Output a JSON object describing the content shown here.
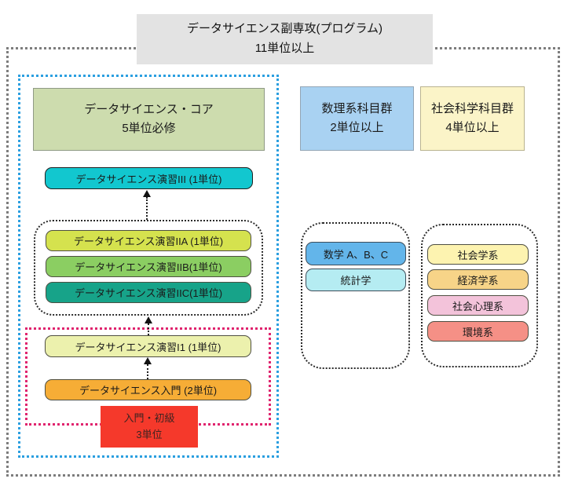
{
  "program": {
    "title_line1": "データサイエンス副専攻(プログラム)",
    "title_line2": "11単位以上"
  },
  "ds_core": {
    "header_line1": "データサイエンス・コア",
    "header_line2": "5単位必修",
    "exercise_iii": "データサイエンス演習III (1単位)",
    "exercise_ii_items": [
      "データサイエンス演習IIA (1単位)",
      "データサイエンス演習IIB(1単位)",
      "データサイエンス演習IIC(1単位)"
    ],
    "exercise_i": "データサイエンス演習I1 (1単位)",
    "intro": "データサイエンス入門 (2単位)",
    "beginner_line1": "入門・初級",
    "beginner_line2": "3単位"
  },
  "math_group": {
    "header_line1": "数理系科目群",
    "header_line2": "2単位以上",
    "items": [
      "数学 A、B、C",
      "統計学"
    ]
  },
  "social_group": {
    "header_line1": "社会科学科目群",
    "header_line2": "4単位以上",
    "items": [
      "社会学系",
      "経済学系",
      "社会心理系",
      "環境系"
    ]
  },
  "colors": {
    "program_box_bg": "#e3e3e3",
    "outer_border": "#7d7d7d",
    "core_outline_blue": "#2b9fe0",
    "beginner_outline_pink": "#e0246e",
    "core_header_bg": "#cddcae",
    "exercise_iii_bg": "#12c7cf",
    "exercise_iia_bg": "#d5e24e",
    "exercise_iib_bg": "#8bce62",
    "exercise_iic_bg": "#17a389",
    "exercise_i_bg": "#ecf1ad",
    "intro_bg": "#f6ad36",
    "beginner_bg": "#f5392b",
    "math_header_bg": "#a9d2f2",
    "math_abc_bg": "#63b5ea",
    "statistics_bg": "#b5ecf2",
    "social_header_bg": "#fbf4c8",
    "sociology_bg": "#fdf3b0",
    "economics_bg": "#f7d488",
    "social_psychology_bg": "#f3c3da",
    "environment_bg": "#f59086"
  }
}
